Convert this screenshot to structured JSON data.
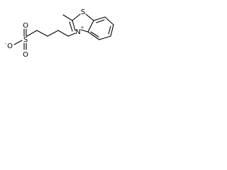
{
  "molecule": {
    "atoms": {
      "sulfur_ring": "S",
      "nitrogen": "N",
      "nitrogen_charge": "+",
      "sulfonate_sulfur": "S",
      "sulfonate_oxygen_top": "O",
      "sulfonate_oxygen_side": "O",
      "sulfonate_oxygen_bottom": "O",
      "oxygen_charge": "-"
    }
  }
}
